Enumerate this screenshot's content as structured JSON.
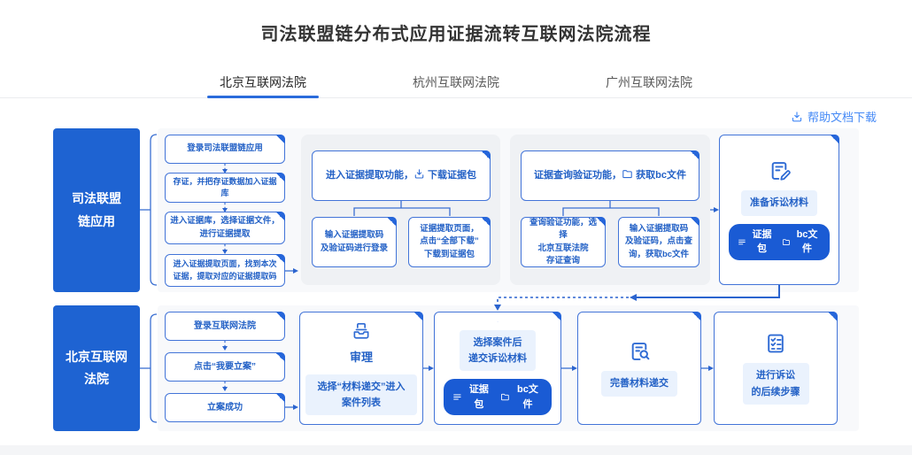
{
  "header": {
    "title": "司法联盟链分布式应用证据流转互联网法院流程",
    "help_link": "帮助文档下载"
  },
  "tabs": [
    {
      "label": "北京互联网法院",
      "active": true
    },
    {
      "label": "杭州互联网法院",
      "active": false
    },
    {
      "label": "广州互联网法院",
      "active": false
    }
  ],
  "colors": {
    "primary_blue": "#2F6BD4",
    "lane_label_bg": "#1E63D2",
    "badge_bg": "#1A5BD4",
    "fold_corner": "#2666DA",
    "group_bg": "#EFF1F4",
    "pill_bg": "#EAF2FD",
    "tab_underline": "#2A6BDB",
    "link_blue": "#4489F6"
  },
  "icons": {
    "download": "download-icon",
    "folder": "folder-icon",
    "list": "list-icon",
    "edit_doc": "edit-doc-icon",
    "inbox_doc": "inbox-doc-icon",
    "doc_search": "doc-search-icon",
    "checklist": "checklist-icon"
  },
  "lane1": {
    "label_line1": "司法联盟",
    "label_line2": "链应用",
    "steps": {
      "s1": "登录司法联盟链应用",
      "s2": "存证，并把存证数据加入证据库",
      "s3_line1": "进入证据库，选择证据文件，",
      "s3_line2": "进行证据提取",
      "s4_text": "进入证据提取页面，找到本次证据，提取对应的",
      "s4_em": "证据提取码"
    },
    "group1": {
      "top_prefix": "进入证据提取功能，",
      "top_suffix": "下载证据包",
      "left_line1": "输入证据提取码",
      "left_line2": "及验证码进行登录",
      "right_line1": "证据提取页面，",
      "right_line2": "点击“全部下载”",
      "right_line3": "下载到证据包"
    },
    "group2": {
      "top_prefix": "证据查询验证功能，",
      "top_suffix": "获取bc文件",
      "left_line1": "查询验证功能，选择",
      "left_line2": "北京互联法院",
      "left_line3": "存证查询",
      "right_line1": "输入证据提取码",
      "right_line2": "及验证码，点击查",
      "right_line3_prefix": "询，",
      "right_line3_em": "获取bc文件"
    },
    "prepare": {
      "title": "准备诉讼材料",
      "badge_item1": "证据包",
      "badge_item2": "bc文件"
    }
  },
  "lane2": {
    "label_line1": "北京互联网",
    "label_line2": "法院",
    "steps": {
      "s1": "登录互联网法院",
      "s2": "点击“我要立案”",
      "s3": "立案成功"
    },
    "trial": {
      "title": "审理",
      "desc": "选择“材料递交”进入案件列表"
    },
    "submit": {
      "line1": "选择案件后",
      "line2": "递交诉讼材料",
      "badge_item1": "证据包",
      "badge_item2": "bc文件"
    },
    "perfect": {
      "title": "完善材料递交"
    },
    "followup": {
      "line1": "进行诉讼",
      "line2": "的后续步骤"
    }
  }
}
